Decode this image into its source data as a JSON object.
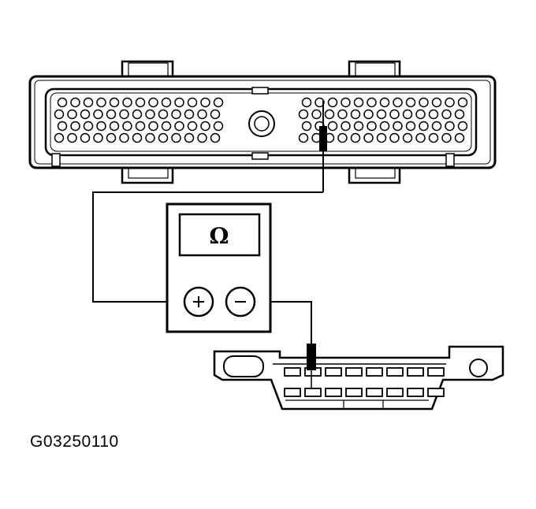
{
  "figure": {
    "id_label": "G03250110",
    "description": "Resistance check between PCM connector pin and data link connector (DLC) pin using ohmmeter"
  },
  "meter": {
    "display_symbol": "Ω",
    "positive_terminal": "+",
    "negative_terminal": "−",
    "icon": "ohmmeter-icon"
  },
  "pcm_connector": {
    "icon": "pcm-connector-icon",
    "left_block_rows": [
      13,
      13,
      13,
      13
    ],
    "right_block_rows": [
      13,
      13,
      13,
      13
    ]
  },
  "dlc_connector": {
    "icon": "obd-dlc-connector-icon",
    "top_row_pins": 8,
    "bottom_row_pins": 8
  },
  "colors": {
    "line": "#000000",
    "fill": "#ffffff",
    "shade": "#999999"
  }
}
